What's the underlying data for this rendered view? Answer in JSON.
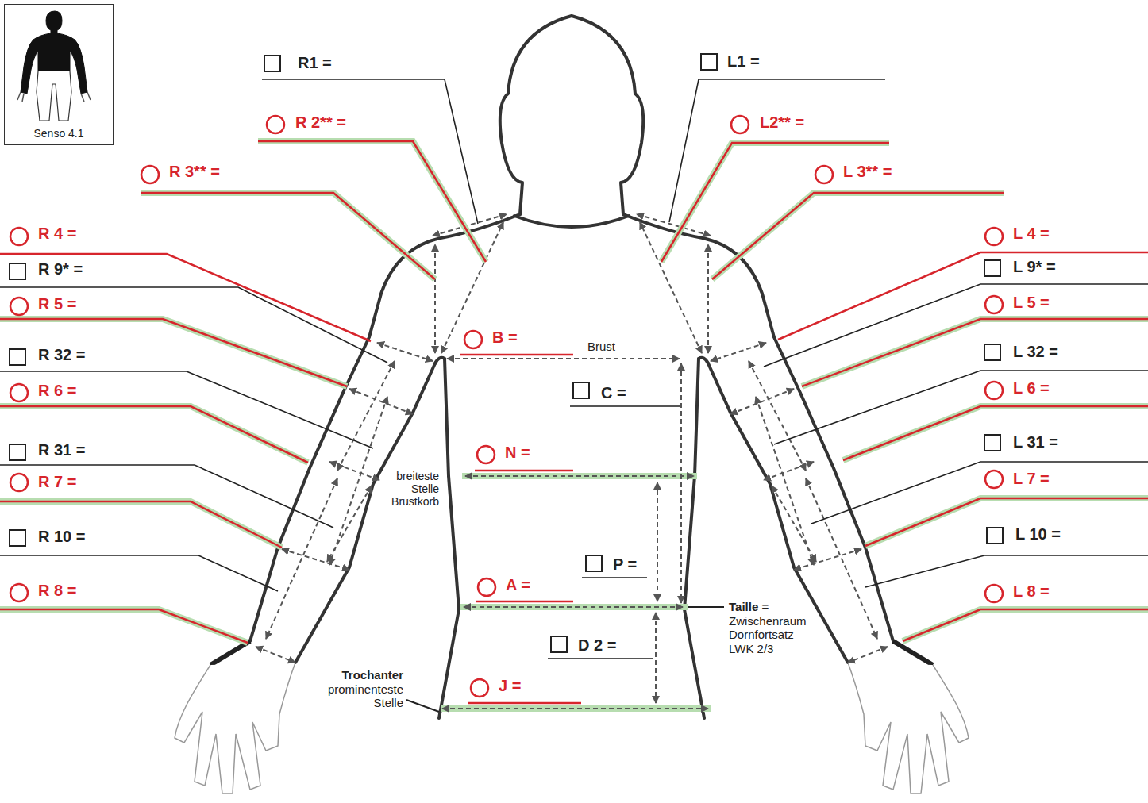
{
  "diagram": {
    "nodes": [
      {
        "text": [
          "Senso 4.1"
        ]
      }
    ],
    "labels": [
      "R1 =",
      "R 2** =",
      "R 3** =",
      "R 4 =",
      "R 9* =",
      "R 5 =",
      "R 32 =",
      "R 6 =",
      "R 31 =",
      "R 7 =",
      "R 10 =",
      "R 8 =",
      "L1 =",
      "L2** =",
      "L 3** =",
      "L 4 =",
      "L 9* =",
      "L 5 =",
      "L 32 =",
      "L 6 =",
      "L 31 =",
      "L 7 =",
      "L 10 =",
      "L 8 =",
      "B =",
      "Brust",
      "C =",
      "N =",
      "breiteste Stelle Brustkorb",
      "P =",
      "A =",
      "Taille =",
      "Zwischenraum Dornfortsatz LWK 2/3",
      "D 2 =",
      "J =",
      "Trochanter",
      "prominenteste Stelle"
    ]
  }
}
